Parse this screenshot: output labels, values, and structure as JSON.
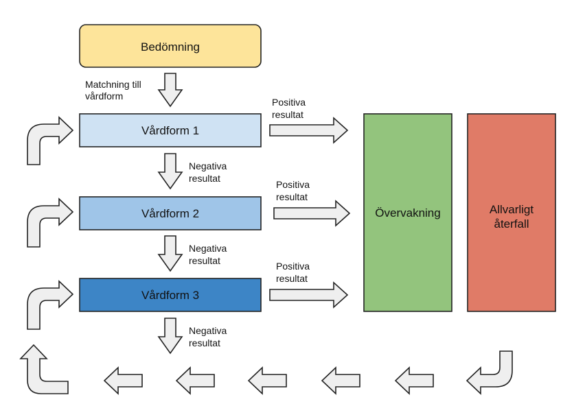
{
  "boxes": {
    "assessment": "Bedömning",
    "care1": "Vårdform 1",
    "care2": "Vårdform 2",
    "care3": "Vårdform 3",
    "monitoring": "Övervakning",
    "relapse_line1": "Allvarligt",
    "relapse_line2": "återfall"
  },
  "labels": {
    "matching_line1": "Matchning till",
    "matching_line2": "vårdform",
    "positive_line1": "Positiva",
    "positive_line2": "resultat",
    "negative_line1": "Negativa",
    "negative_line2": "resultat"
  },
  "colors": {
    "assessment": "#fde49a",
    "care1": "#cfe2f3",
    "care2": "#9fc5e8",
    "care3": "#3d85c6",
    "monitoring": "#93c47d",
    "relapse": "#e07b67"
  }
}
